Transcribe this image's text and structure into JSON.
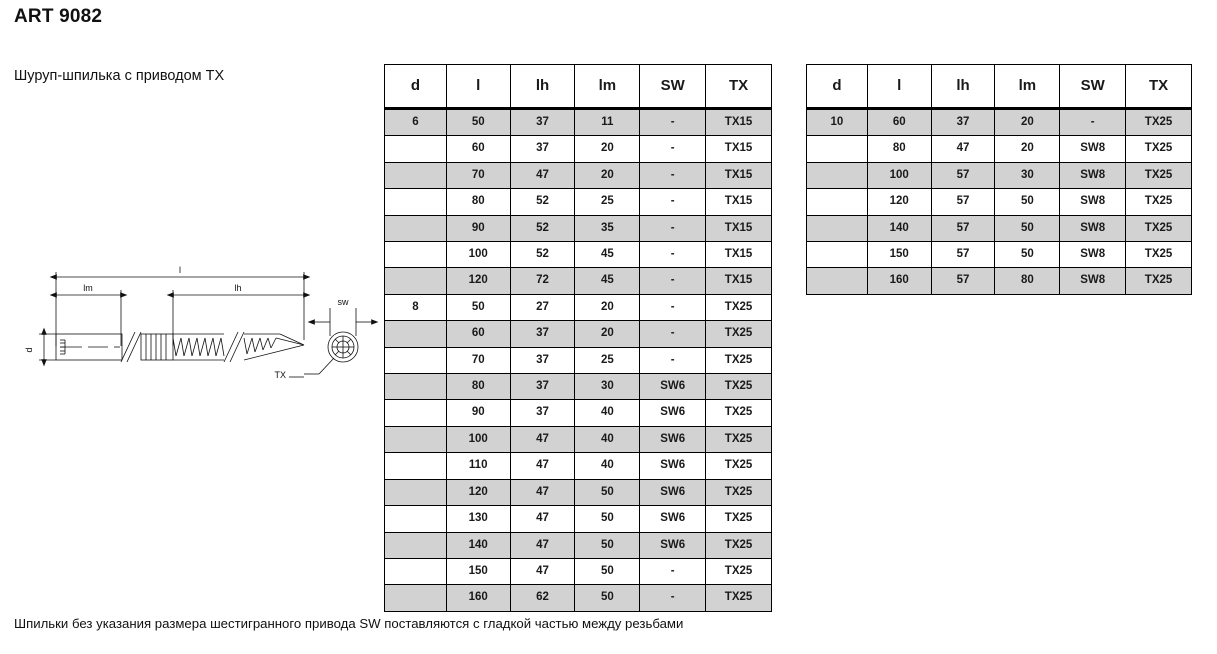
{
  "header": {
    "title": "ART 9082",
    "subtitle": "Шуруп-шпилька с приводом TX"
  },
  "drawing": {
    "name": "dowel-screw-technical-drawing",
    "labels": {
      "total_length": "l",
      "machine_thread_length": "lm",
      "wood_thread_length": "lh",
      "diameter": "d",
      "hex_drive": "sw",
      "torx_drive": "TX"
    }
  },
  "tables": [
    {
      "id": "table-1",
      "columns": [
        "d",
        "l",
        "lh",
        "lm",
        "SW",
        "TX"
      ],
      "rows": [
        [
          "6",
          "50",
          "37",
          "11",
          "-",
          "TX15"
        ],
        [
          "",
          "60",
          "37",
          "20",
          "-",
          "TX15"
        ],
        [
          "",
          "70",
          "47",
          "20",
          "-",
          "TX15"
        ],
        [
          "",
          "80",
          "52",
          "25",
          "-",
          "TX15"
        ],
        [
          "",
          "90",
          "52",
          "35",
          "-",
          "TX15"
        ],
        [
          "",
          "100",
          "52",
          "45",
          "-",
          "TX15"
        ],
        [
          "",
          "120",
          "72",
          "45",
          "-",
          "TX15"
        ],
        [
          "8",
          "50",
          "27",
          "20",
          "-",
          "TX25"
        ],
        [
          "",
          "60",
          "37",
          "20",
          "-",
          "TX25"
        ],
        [
          "",
          "70",
          "37",
          "25",
          "-",
          "TX25"
        ],
        [
          "",
          "80",
          "37",
          "30",
          "SW6",
          "TX25"
        ],
        [
          "",
          "90",
          "37",
          "40",
          "SW6",
          "TX25"
        ],
        [
          "",
          "100",
          "47",
          "40",
          "SW6",
          "TX25"
        ],
        [
          "",
          "110",
          "47",
          "40",
          "SW6",
          "TX25"
        ],
        [
          "",
          "120",
          "47",
          "50",
          "SW6",
          "TX25"
        ],
        [
          "",
          "130",
          "47",
          "50",
          "SW6",
          "TX25"
        ],
        [
          "",
          "140",
          "47",
          "50",
          "SW6",
          "TX25"
        ],
        [
          "",
          "150",
          "47",
          "50",
          "-",
          "TX25"
        ],
        [
          "",
          "160",
          "62",
          "50",
          "-",
          "TX25"
        ]
      ]
    },
    {
      "id": "table-2",
      "columns": [
        "d",
        "l",
        "lh",
        "lm",
        "SW",
        "TX"
      ],
      "rows": [
        [
          "10",
          "60",
          "37",
          "20",
          "-",
          "TX25"
        ],
        [
          "",
          "80",
          "47",
          "20",
          "SW8",
          "TX25"
        ],
        [
          "",
          "100",
          "57",
          "30",
          "SW8",
          "TX25"
        ],
        [
          "",
          "120",
          "57",
          "50",
          "SW8",
          "TX25"
        ],
        [
          "",
          "140",
          "57",
          "50",
          "SW8",
          "TX25"
        ],
        [
          "",
          "150",
          "57",
          "50",
          "SW8",
          "TX25"
        ],
        [
          "",
          "160",
          "57",
          "80",
          "SW8",
          "TX25"
        ]
      ]
    }
  ],
  "footer": {
    "note": "Шпильки без указания размера шестигранного привода SW поставляются с гладкой частью между резьбами"
  },
  "colors": {
    "shaded_row": "#d2d2d2",
    "border": "#000000",
    "text": "#111111"
  }
}
